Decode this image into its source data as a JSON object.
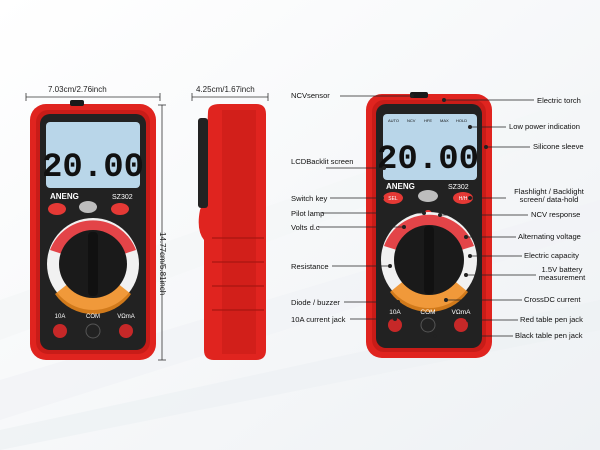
{
  "dimensions": {
    "width": "7.03cm/2.76inch",
    "depth": "4.25cm/1.67inch",
    "height": "14.77cm/5.81inch"
  },
  "device": {
    "brand": "ANENG",
    "model": "SZ302",
    "display": "20.00",
    "lcd_small": [
      "AUTO",
      "NCV",
      "HFE",
      "MAX",
      "HOLD"
    ],
    "buttons": {
      "sel": "SEL",
      "hold": "H/H"
    },
    "jacks": {
      "amp": "10A",
      "com": "COM",
      "volt": "VΩmA"
    },
    "colors": {
      "body": "#e0241f",
      "dark": "#1c1c1c",
      "lcd": "#b9d6e9",
      "dial": "#d8242a"
    }
  },
  "callouts_left": [
    "LCDBacklit screen",
    "Switch key",
    "Pilot lamp",
    "Volts d.c",
    "Resistance",
    "Diode / buzzer",
    "10A current jack"
  ],
  "callouts_right": [
    "NCVsensor",
    "Electric torch",
    "Low power indication",
    "Silicone sleeve",
    "Flashlight / Backlight screen/ data-hold",
    "NCV response",
    "Alternating voltage",
    "Electric capacity",
    "1.5V battery measurement",
    "CrossDC current",
    "Red table pen jack",
    "Black table pen jack"
  ]
}
